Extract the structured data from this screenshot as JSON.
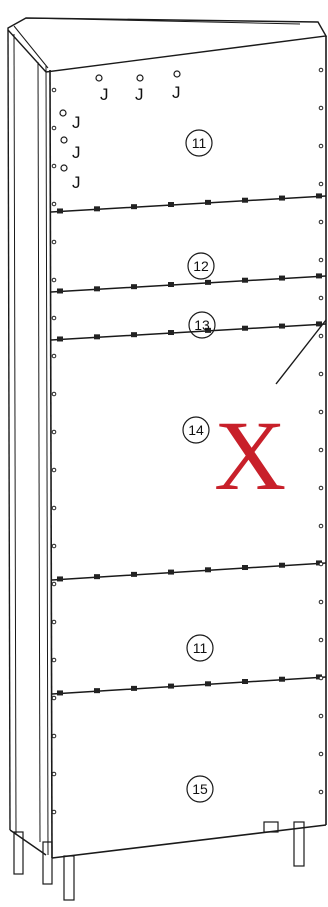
{
  "hardware_label": "J",
  "panels": [
    "11",
    "12",
    "13",
    "14",
    "11",
    "15"
  ],
  "callout_mark": "X",
  "callout_color": "#c8202a"
}
